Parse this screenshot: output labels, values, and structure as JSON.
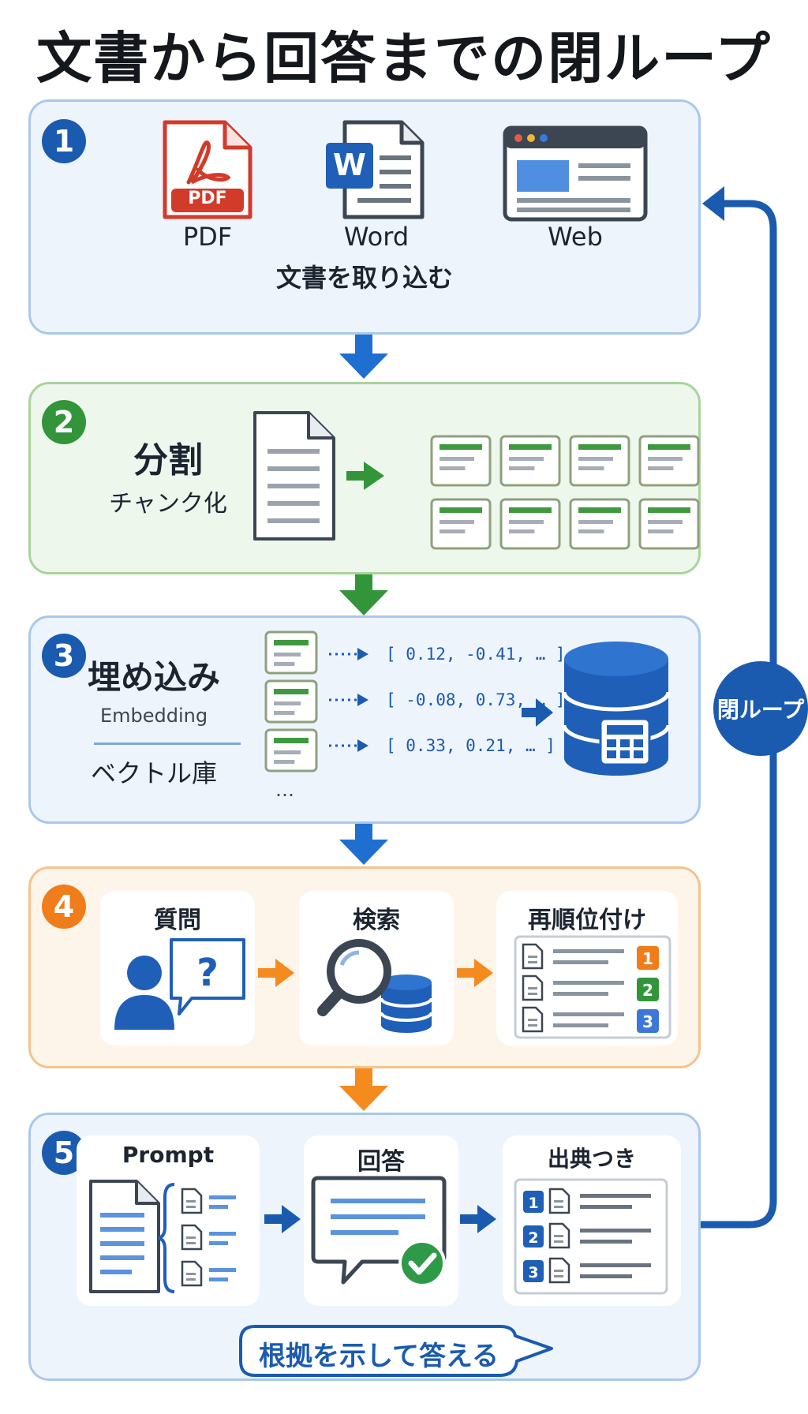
{
  "title": "文書から回答までの閉ループ",
  "loop_label": "閉ループ",
  "colors": {
    "blue": "#1a5bb0",
    "green": "#33953a",
    "orange": "#f07d1a"
  },
  "step1": {
    "number": "1",
    "sources": [
      {
        "label": "PDF",
        "icon": "pdf-file-icon",
        "badge": "PDF"
      },
      {
        "label": "Word",
        "icon": "word-file-icon",
        "badge": "W"
      },
      {
        "label": "Web",
        "icon": "web-browser-icon"
      }
    ],
    "caption": "文書を取り込む"
  },
  "step2": {
    "number": "2",
    "title": "分割",
    "subtitle": "チャンク化"
  },
  "step3": {
    "number": "3",
    "title": "埋め込み",
    "subtitle": "Embedding",
    "store_label": "ベクトル庫",
    "vectors": [
      "[ 0.12, -0.41, … ]",
      "[ -0.08, 0.73, … ]",
      "[ 0.33, 0.21, … ]"
    ],
    "ellipsis": "…"
  },
  "step4": {
    "number": "4",
    "cards": [
      {
        "title": "質問",
        "icon": "user-question-icon"
      },
      {
        "title": "検索",
        "icon": "search-database-icon"
      },
      {
        "title": "再順位付け",
        "icon": "ranked-list-icon"
      }
    ],
    "ranks": [
      "1",
      "2",
      "3"
    ]
  },
  "step5": {
    "number": "5",
    "cards": [
      {
        "title": "Prompt",
        "icon": "prompt-docs-icon"
      },
      {
        "title": "回答",
        "icon": "answer-check-icon"
      },
      {
        "title": "出典つき",
        "icon": "cited-list-icon"
      }
    ],
    "citations": [
      "1",
      "2",
      "3"
    ],
    "callout": "根拠を示して答える"
  }
}
